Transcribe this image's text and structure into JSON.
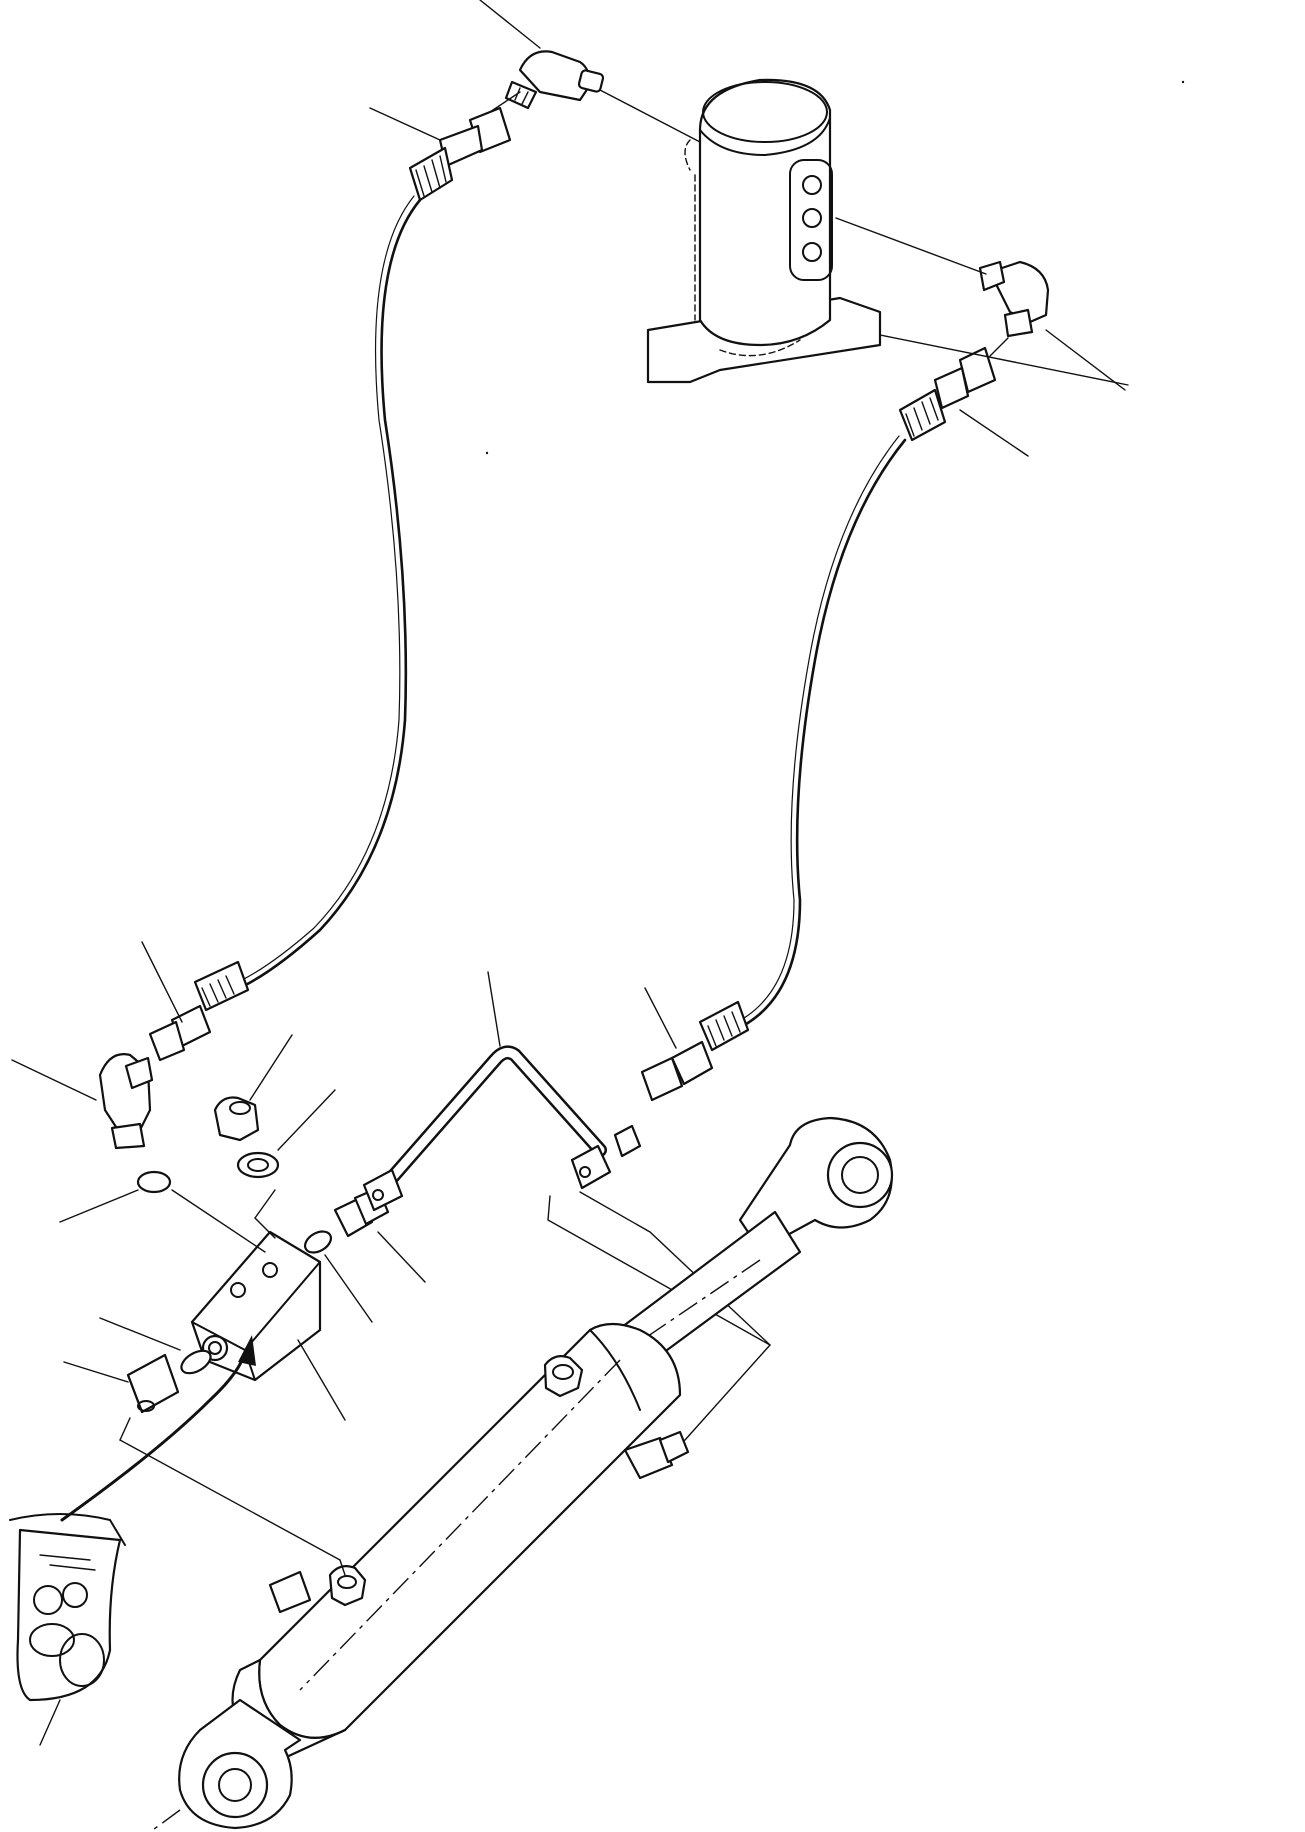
{
  "diagram": {
    "description_labels": [],
    "parts": {
      "swivel_joint": "swivel-joint",
      "upper_elbows": 2,
      "hoses": 2,
      "valve_block": "valve-block",
      "rigid_tube": "rigid-tube",
      "cylinder": "hydraulic-cylinder",
      "seal_kit": "seal-kit-bag"
    },
    "stroke_color": "#111111",
    "background_color": "#ffffff"
  }
}
